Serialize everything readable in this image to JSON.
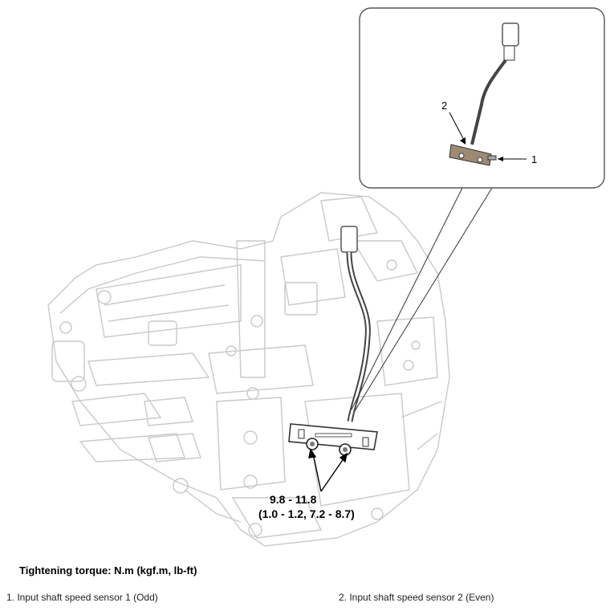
{
  "figure": {
    "callouts": [
      {
        "number": "1"
      },
      {
        "number": "2"
      }
    ],
    "torque_value": "9.8 - 11.8",
    "torque_alt": "(1.0 - 1.2, 7.2 - 8.7)"
  },
  "caption": "Tightening torque: N.m (kgf.m, lb-ft)",
  "legend": [
    "1. Input shaft speed sensor 1 (Odd)",
    "2. Input shaft speed sensor 2 (Even)"
  ]
}
